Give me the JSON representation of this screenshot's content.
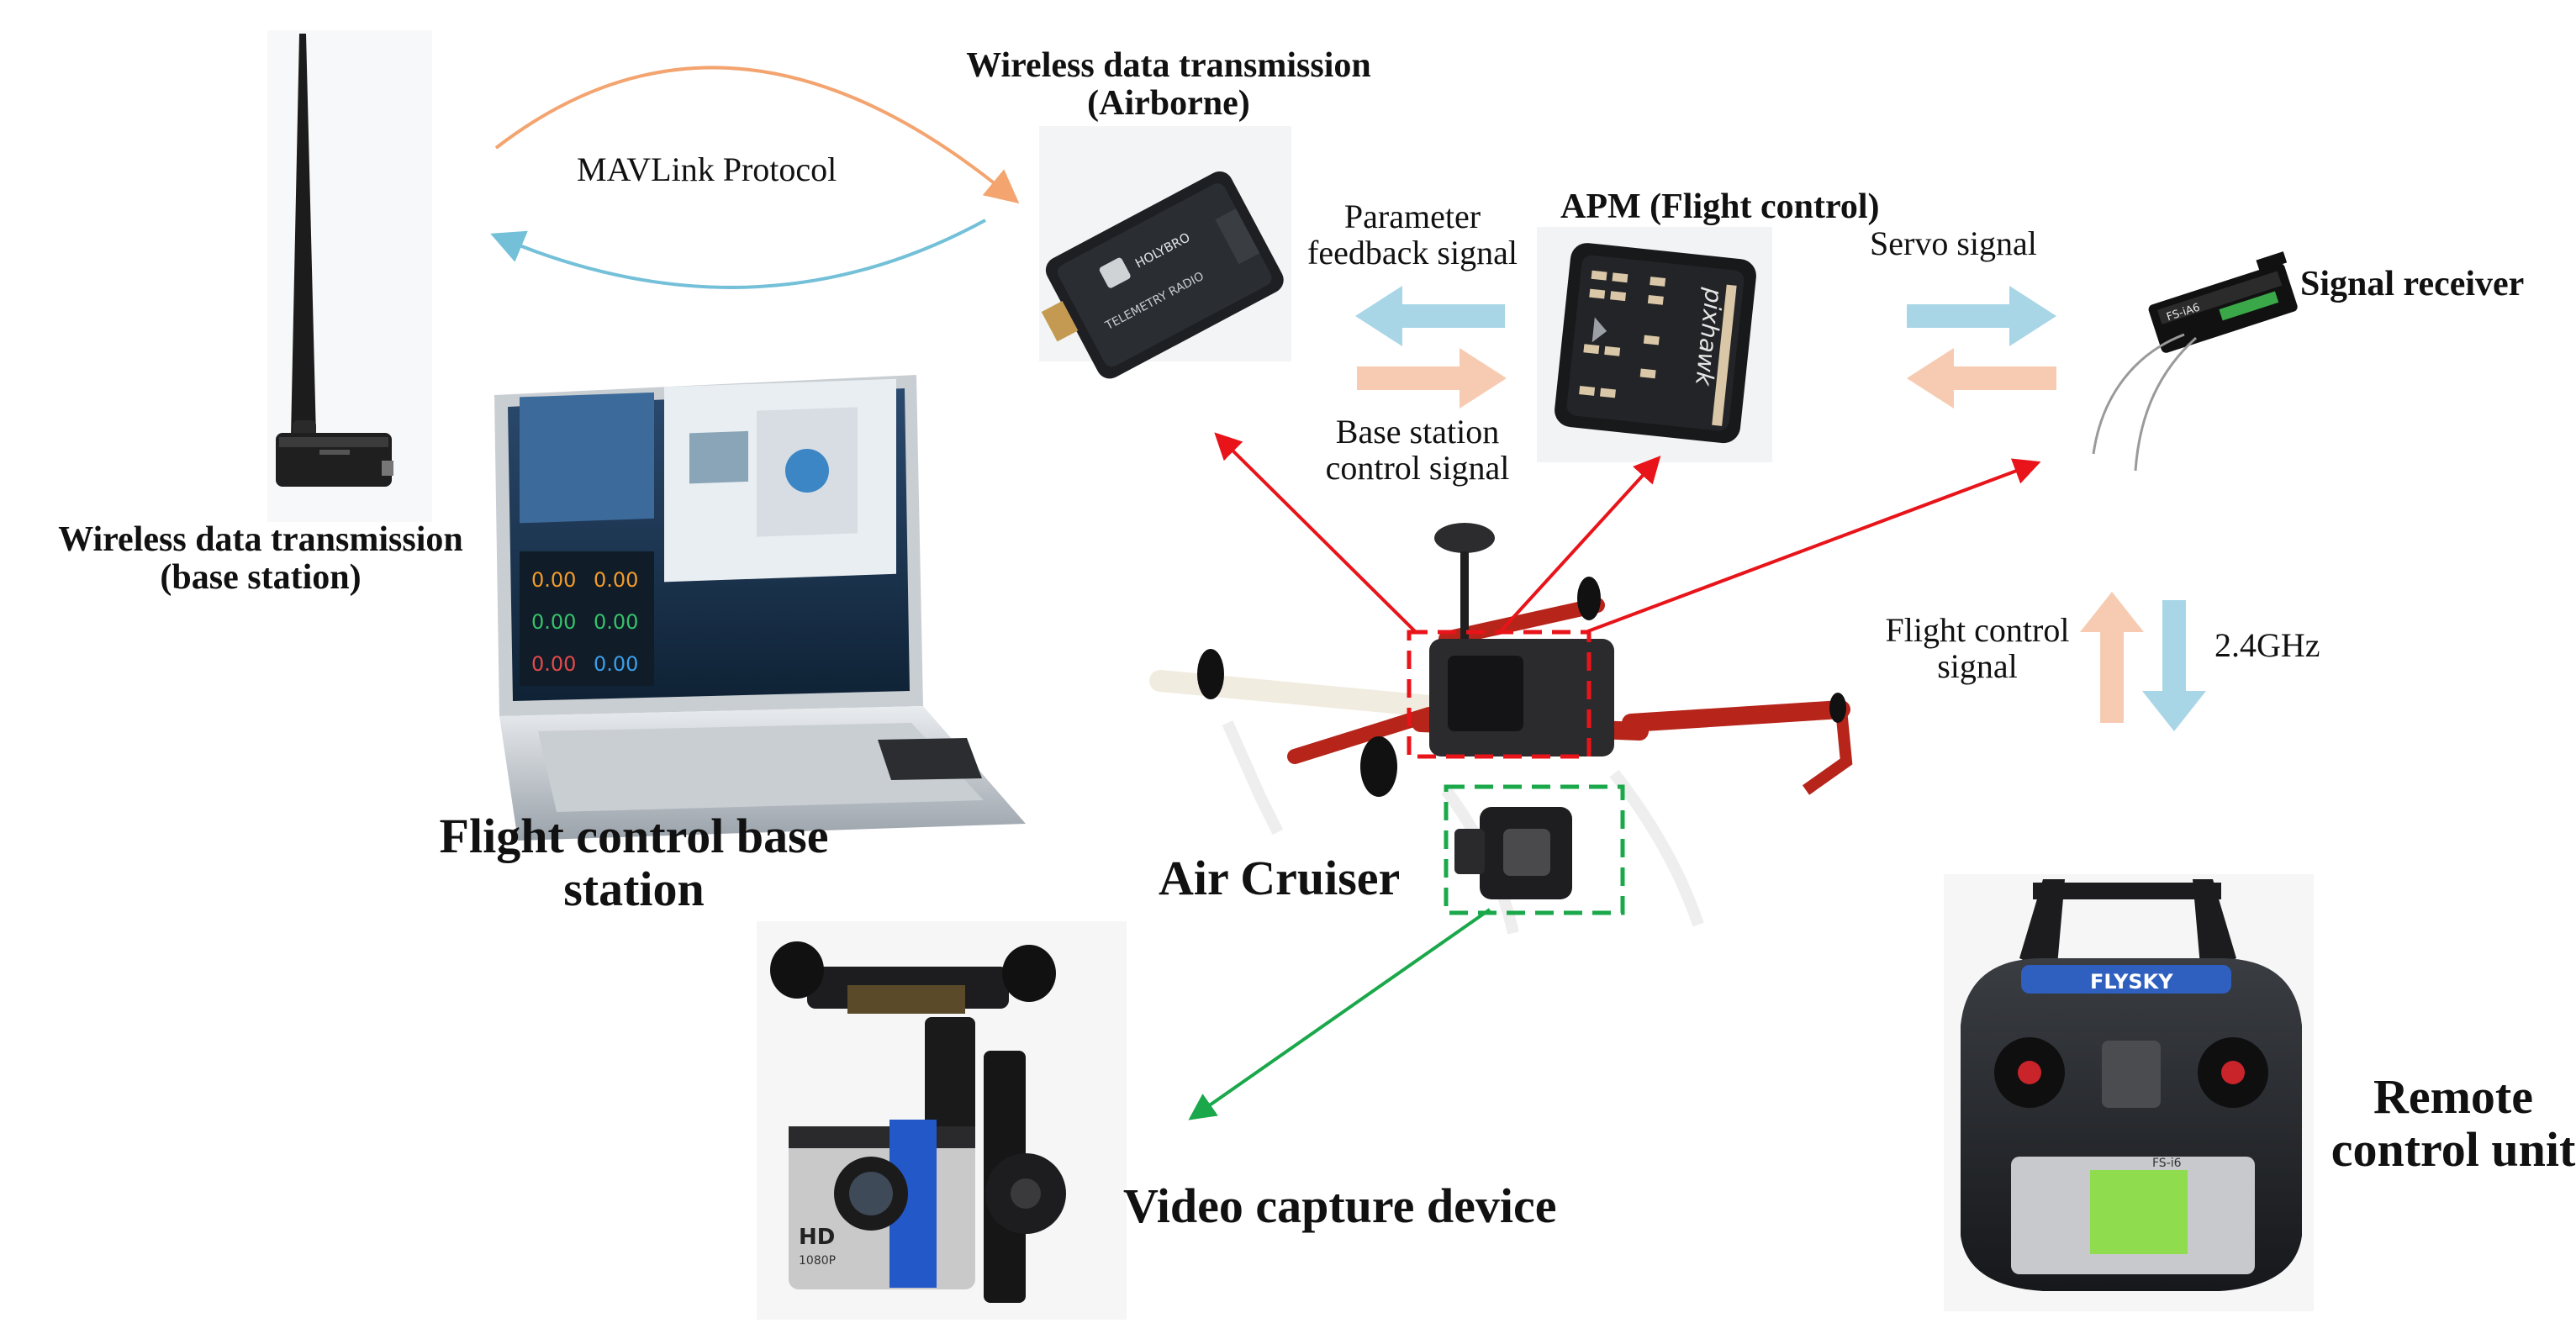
{
  "diagram": {
    "colors": {
      "protocol_orange": "#f3a46f",
      "protocol_blue": "#73c0d8",
      "signal_blue": "#a9d6e6",
      "signal_peach": "#f7cbb1",
      "red_link": "#e8141a",
      "green_link": "#1aa84a"
    },
    "nodes": {
      "base_radio": {
        "title_line1": "Wireless data transmission",
        "title_line2": "(base station)",
        "icon": "antenna-radio-icon"
      },
      "air_radio": {
        "title_line1": "Wireless data transmission",
        "title_line2": "(Airborne)",
        "icon": "telemetry-radio-icon",
        "device_text_brand": "HOLYBRO",
        "device_text_model": "TELEMETRY RADIO"
      },
      "apm": {
        "title": "APM (Flight control)",
        "icon": "flight-controller-icon",
        "device_text": "pixhawk"
      },
      "receiver": {
        "title": "Signal receiver",
        "icon": "rc-receiver-icon",
        "device_text": "FS-iA6"
      },
      "laptop": {
        "title_line1": "Flight control base",
        "title_line2": "station",
        "icon": "laptop-icon",
        "screen_values": [
          "0.00",
          "0.00",
          "0.00",
          "0.00",
          "0.00",
          "0.00"
        ]
      },
      "drone": {
        "title": "Air Cruiser",
        "icon": "quadcopter-icon"
      },
      "camera": {
        "title": "Video capture device",
        "icon": "gimbal-camera-icon",
        "device_text_line1": "HD",
        "device_text_line2": "1080P"
      },
      "remote": {
        "title_line1": "Remote",
        "title_line2": "control unit",
        "icon": "rc-transmitter-icon",
        "device_text_brand": "FLYSKY",
        "device_text_model": "FS-i6"
      }
    },
    "links": {
      "mavlink": "MAVLink Protocol",
      "param_feedback_line1": "Parameter",
      "param_feedback_line2": "feedback signal",
      "base_control_line1": "Base station",
      "base_control_line2": "control signal",
      "servo": "Servo signal",
      "flight_signal_line1": "Flight control",
      "flight_signal_line2": "signal",
      "frequency": "2.4GHz"
    }
  }
}
